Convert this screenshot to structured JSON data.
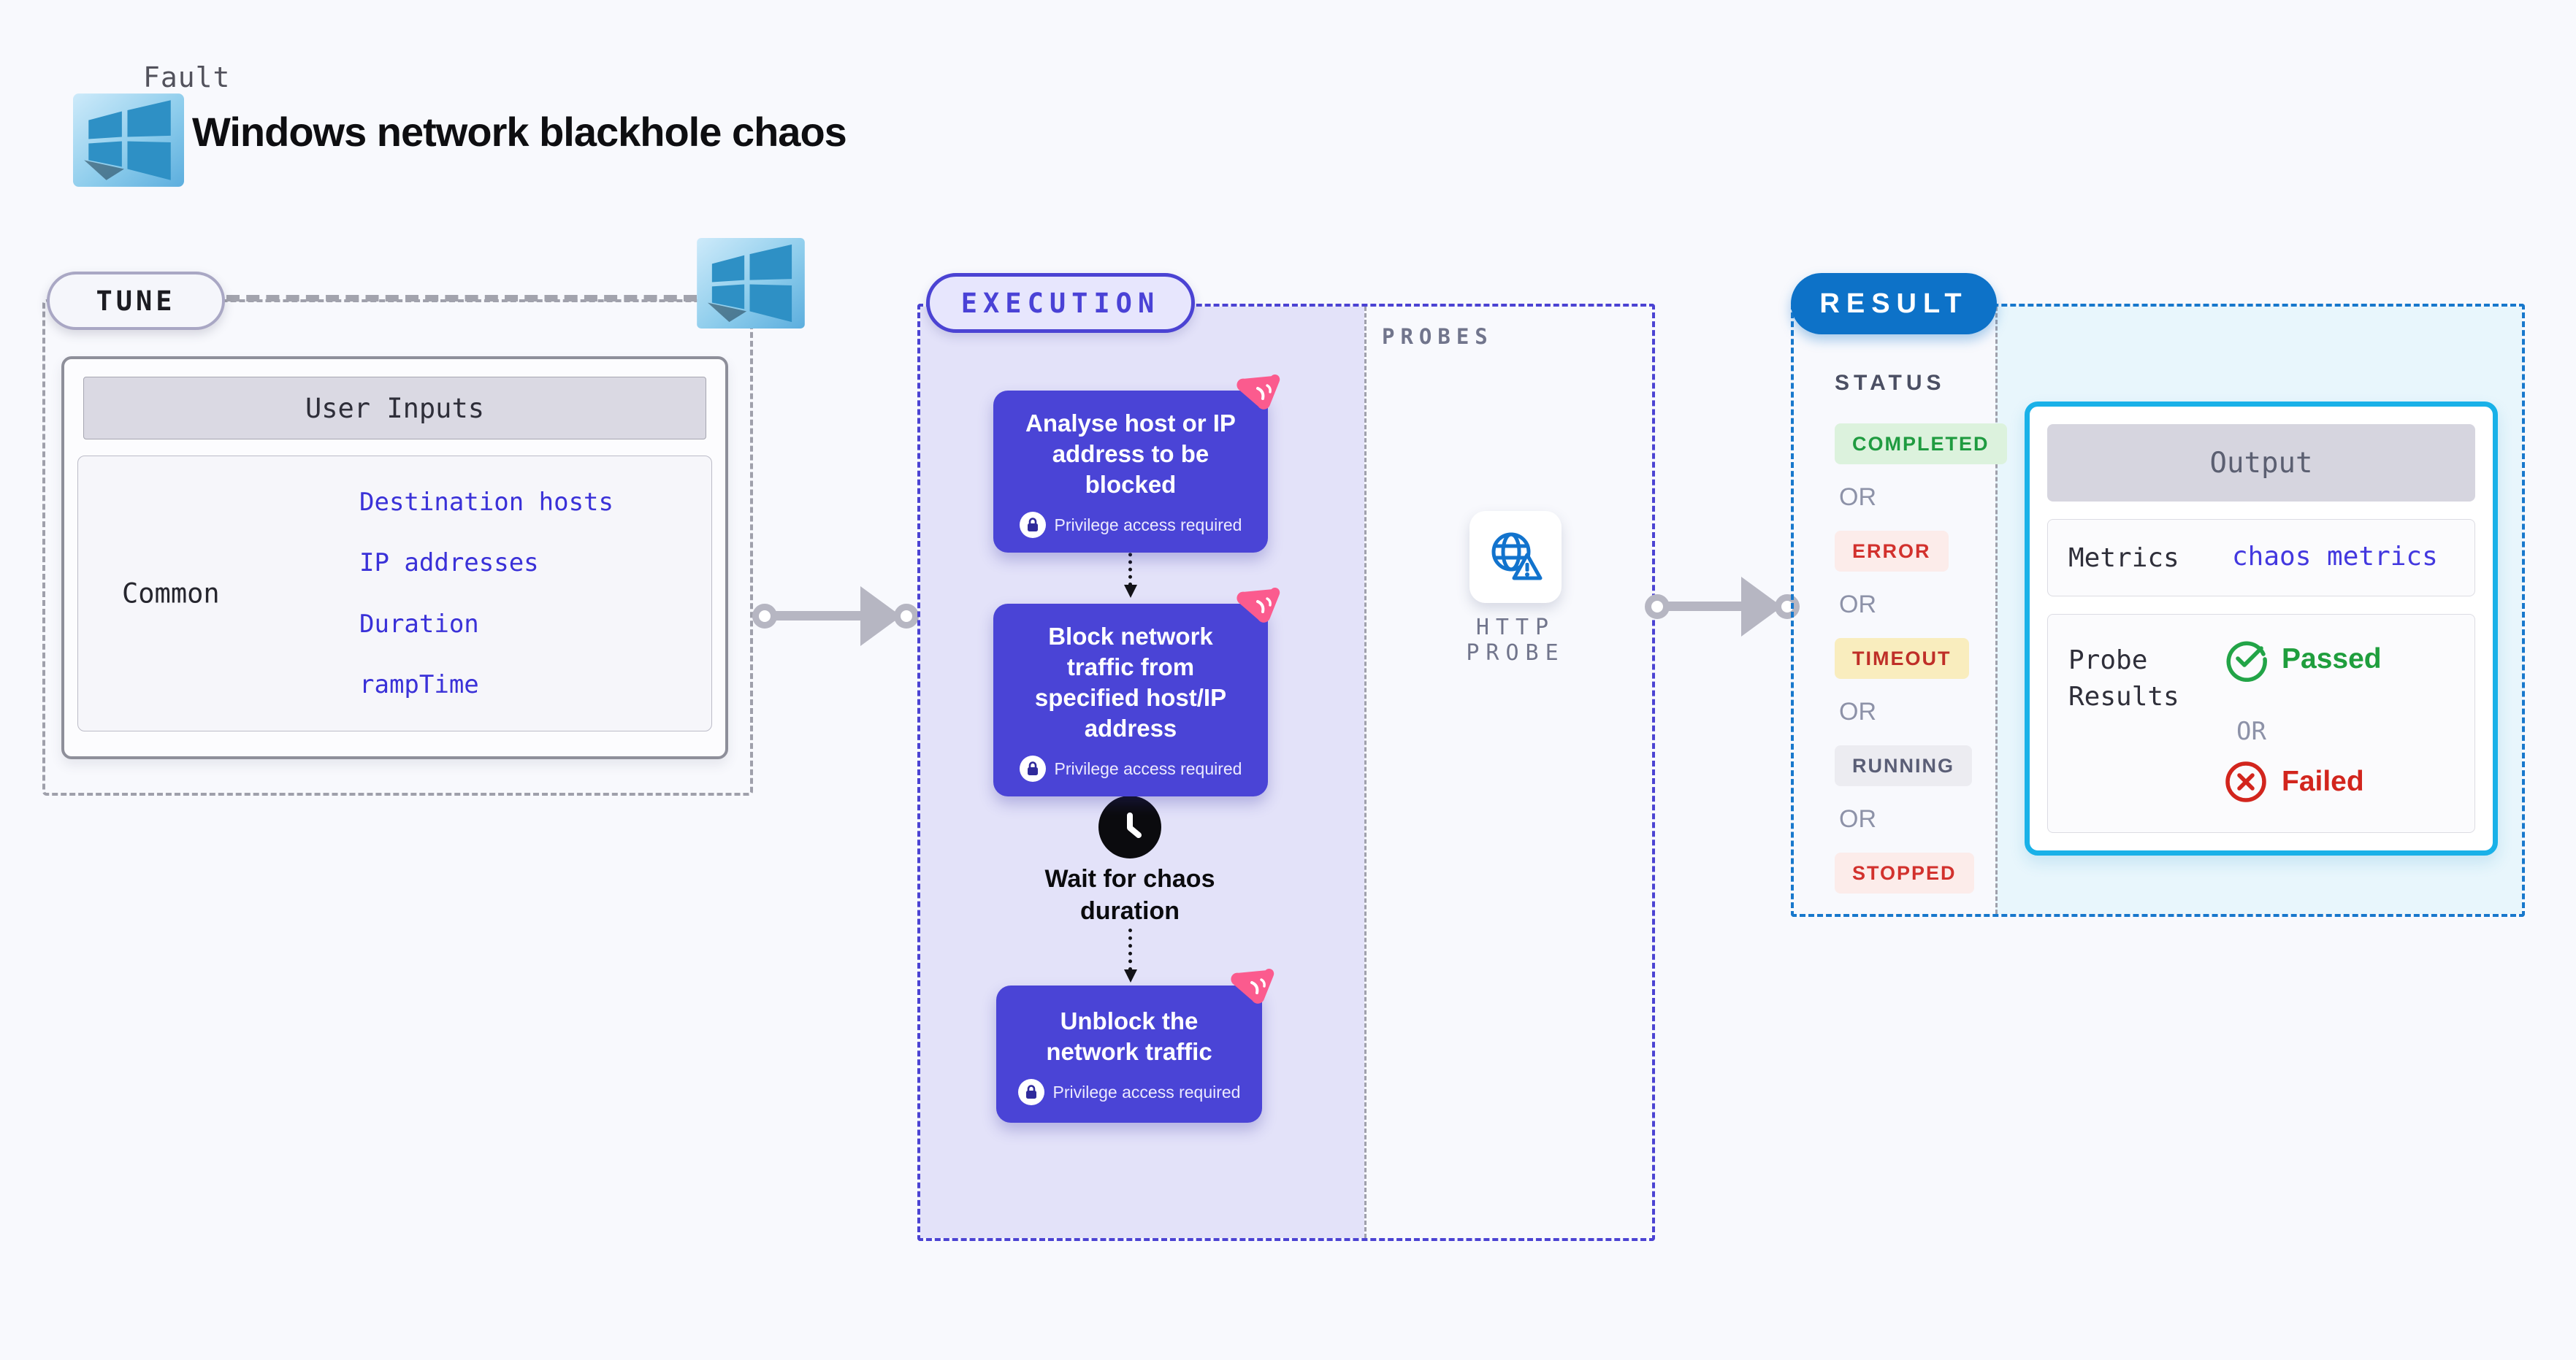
{
  "header": {
    "kicker": "Fault",
    "title": "Windows network blackhole chaos"
  },
  "tune": {
    "badge": "TUNE",
    "user_inputs": {
      "header": "User Inputs",
      "row_label": "Common",
      "links": [
        "Destination hosts",
        "IP addresses",
        "Duration",
        "rampTime"
      ]
    }
  },
  "execution": {
    "badge": "EXECUTION",
    "steps": [
      {
        "title": "Analyse host or IP address to be blocked",
        "note": "Privilege access required"
      },
      {
        "title": "Block network traffic from specified host/IP address",
        "note": "Privilege access required"
      },
      {
        "title": "Unblock the network traffic",
        "note": "Privilege access required"
      }
    ],
    "wait_label": "Wait for chaos duration"
  },
  "probes": {
    "label": "PROBES",
    "probe_label": "HTTP PROBE"
  },
  "result": {
    "badge": "RESULT",
    "status_label": "STATUS",
    "or_label": "OR",
    "statuses": [
      {
        "label": "COMPLETED",
        "bg": "#dcf2dd",
        "color": "#1f9b40"
      },
      {
        "label": "ERROR",
        "bg": "#fcecea",
        "color": "#d2312d"
      },
      {
        "label": "TIMEOUT",
        "bg": "#f9edbe",
        "color": "#bf2f28"
      },
      {
        "label": "RUNNING",
        "bg": "#ececf1",
        "color": "#5a5e76"
      },
      {
        "label": "STOPPED",
        "bg": "#fcecea",
        "color": "#d2312d"
      }
    ],
    "output": {
      "header": "Output",
      "metrics_label": "Metrics",
      "metrics_link": "chaos metrics",
      "probe_results_label": "Probe Results",
      "passed_label": "Passed",
      "failed_label": "Failed"
    }
  },
  "colors": {
    "page_bg": "#f8f9fd",
    "execution_fill": "#e3e2f9",
    "step_indigo": "#4a44d6",
    "accent_indigo": "#4b43d3",
    "result_blue": "#0d72c8",
    "result_dash_blue": "#1878cc",
    "output_cyan_border": "#19b1e8",
    "output_area_cyan": "#e8f6fc",
    "link_blue": "#3a31d8",
    "passed_green": "#1f9e3d",
    "failed_red": "#d2251d",
    "pink_badge": "#fb5b8e",
    "probe_icon_blue": "#1273cd",
    "arrow_gray": "#b6b6c2"
  }
}
